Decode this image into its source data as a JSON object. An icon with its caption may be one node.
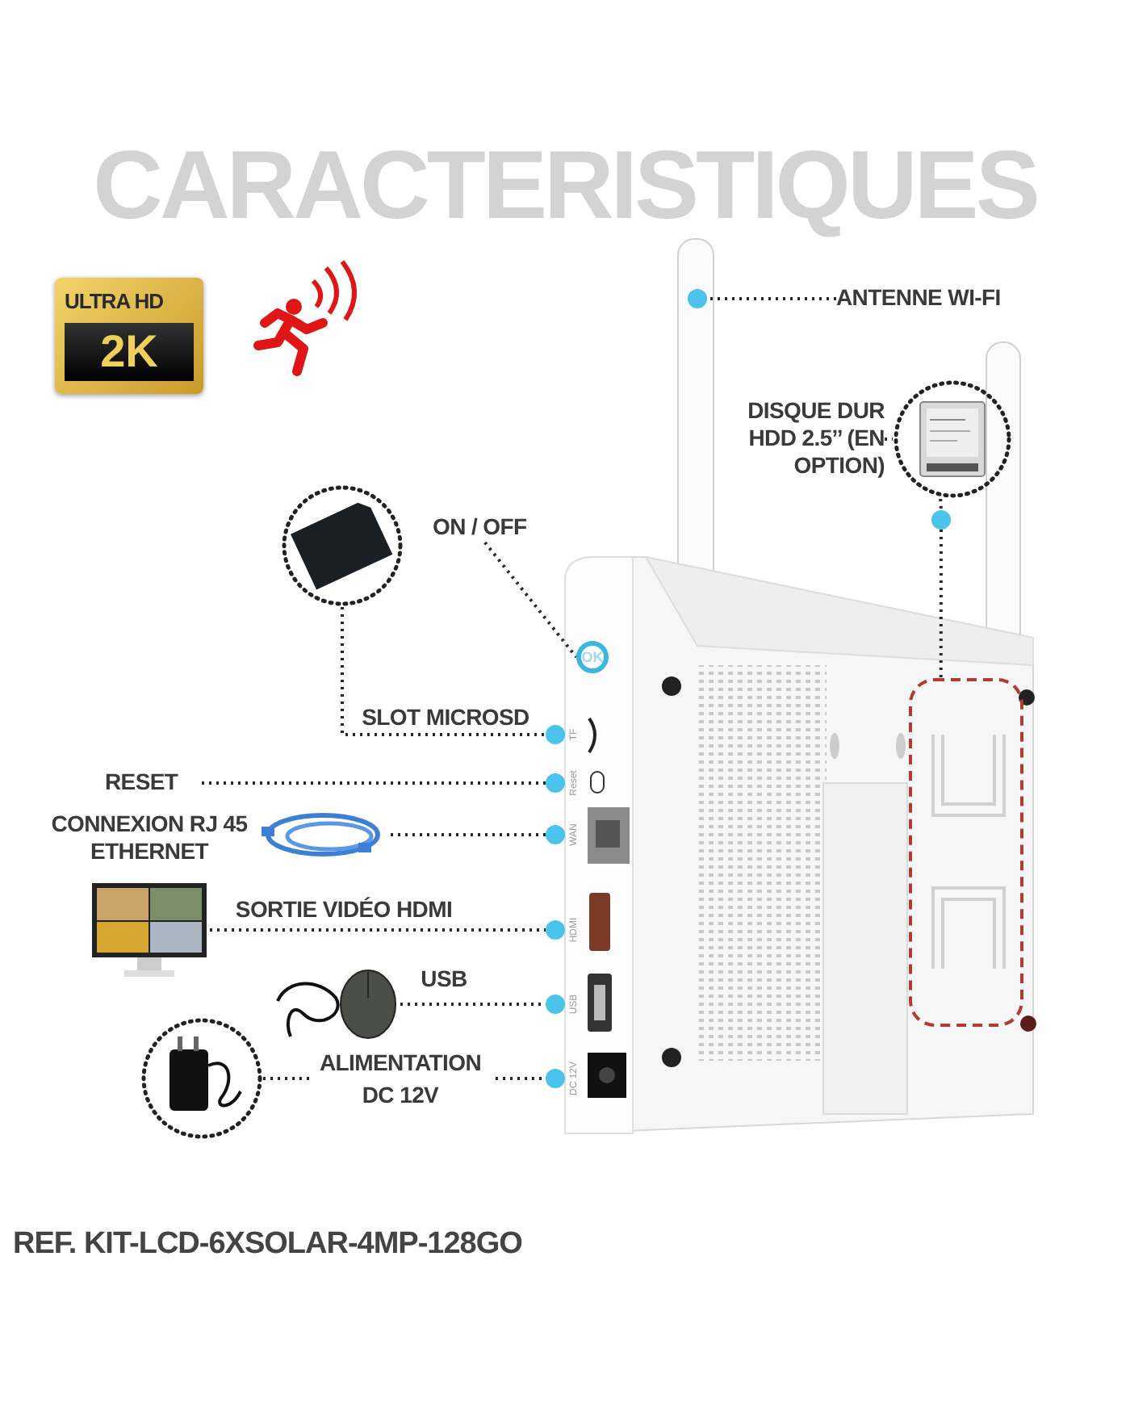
{
  "diagram": {
    "title": "CARACTERISTIQUES",
    "nodes": [
      {
        "text": [
          "ANTENNE WI-FI"
        ]
      },
      {
        "text": [],
        "shape": "circle"
      },
      {
        "text": [
          "DISQUE DUR HDD 2.5’’ (EN OPTION)"
        ]
      },
      {
        "text": [],
        "shape": "picture"
      },
      {
        "text": [],
        "shape": "box"
      },
      {
        "text": [
          "ON / OFF"
        ]
      },
      {
        "text": [
          "OK"
        ]
      },
      {
        "text": [],
        "shape": "picture"
      },
      {
        "text": [],
        "shape": "circle",
        "beside": [
          "TF"
        ]
      },
      {
        "text": [
          "RESET"
        ]
      },
      {
        "text": [],
        "shape": "circle",
        "beside": [
          "Reset"
        ]
      },
      {
        "text": [
          "CONNEXION RJ 45 ETHERNET"
        ]
      },
      {
        "text": [],
        "shape": "picture"
      },
      {
        "text": [],
        "shape": "circle",
        "beside": [
          "WAN"
        ]
      },
      {
        "text": [],
        "shape": "picture"
      },
      {
        "text": [],
        "shape": "circle",
        "beside": [
          "HDMI"
        ]
      },
      {
        "text": [],
        "shape": "picture"
      },
      {
        "text": [],
        "shape": "circle",
        "beside": [
          "USB"
        ]
      },
      {
        "text": [],
        "shape": "picture"
      },
      {
        "text": [],
        "shape": "circle",
        "beside": [
          "DC 12V"
        ]
      },
      {
        "text": [],
        "shape": "circle"
      }
    ],
    "edges": [
      {
        "from": 0,
        "to": 1,
        "arrow": "none"
      },
      {
        "from": 2,
        "to": 3,
        "arrow": "none"
      },
      {
        "from": 3,
        "to": 20,
        "arrow": "none"
      },
      {
        "from": 20,
        "to": 4,
        "arrow": "none"
      },
      {
        "from": 5,
        "to": 6,
        "arrow": "none"
      },
      {
        "from": 7,
        "to": 8,
        "arrow": "none",
        "label": "SLOT MICROSD"
      },
      {
        "from": 9,
        "to": 10,
        "arrow": "none"
      },
      {
        "from": 12,
        "to": 13,
        "arrow": "none"
      },
      {
        "from": 14,
        "to": 15,
        "arrow": "none",
        "label": "SORTIE VIDÉO HDMI"
      },
      {
        "from": 16,
        "to": 17,
        "arrow": "none",
        "label": "USB"
      },
      {
        "from": 18,
        "to": 19,
        "arrow": "none",
        "label": "ALIMENTATION DC 12V"
      }
    ],
    "labels": [
      "ULTRA HD",
      "2K",
      "REF. KIT-LCD-6XSOLAR-4MP-128GO"
    ]
  }
}
